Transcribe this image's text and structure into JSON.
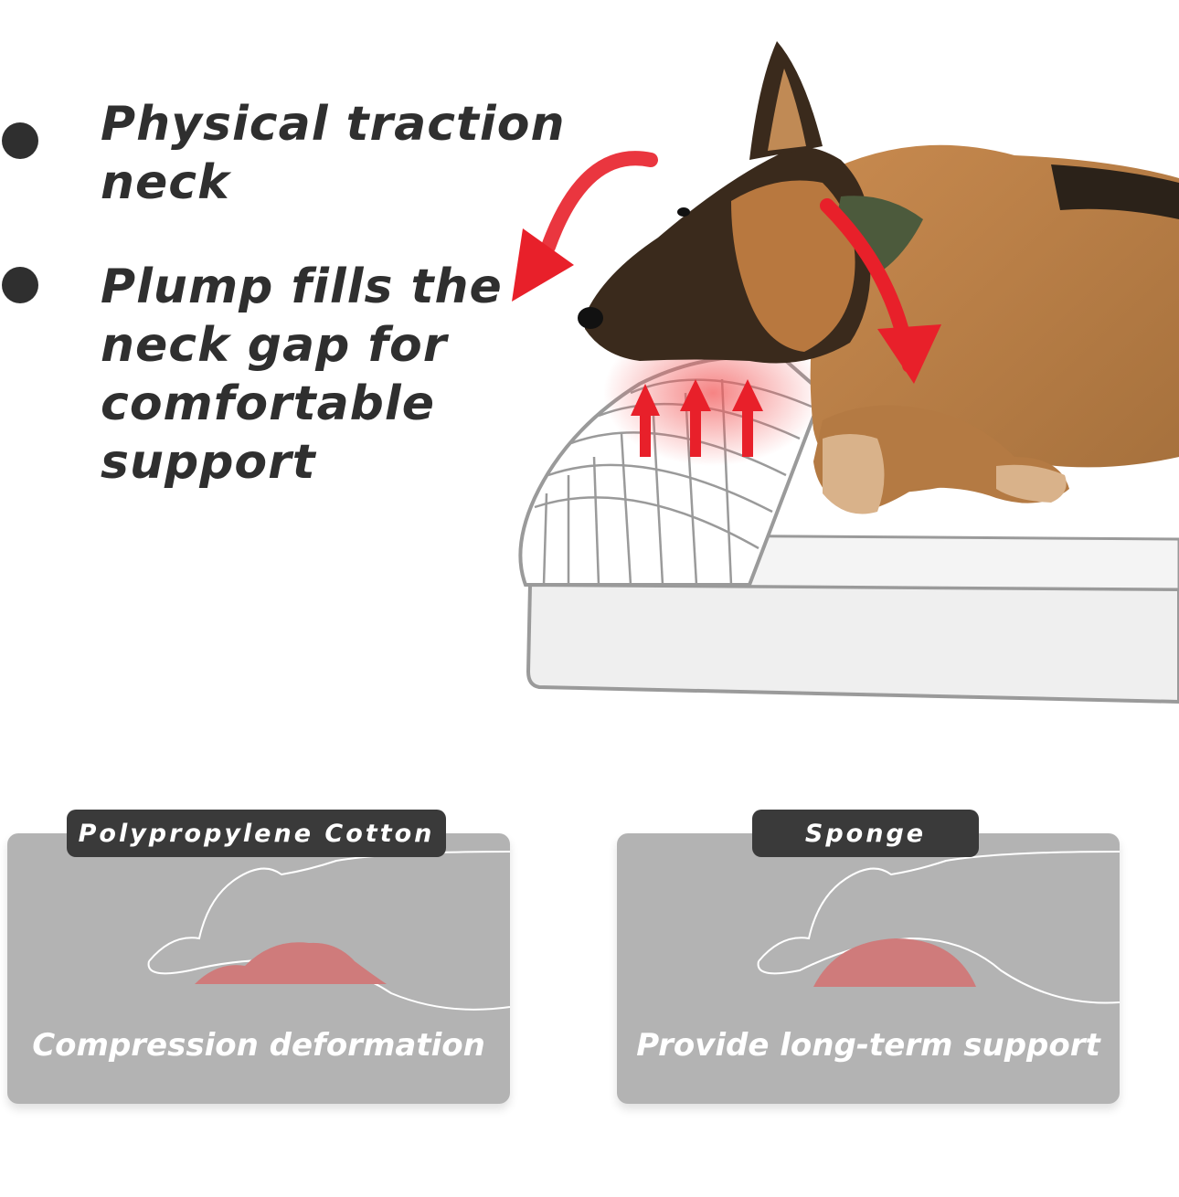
{
  "bullets": [
    {
      "lines": [
        "Physical traction",
        "neck"
      ]
    },
    {
      "lines": [
        "Plump fills the",
        "neck gap for",
        "comfortable",
        "support"
      ]
    }
  ],
  "comparison": {
    "left": {
      "tag": "Polypropylene Cotton",
      "caption": "Compression deformation"
    },
    "right": {
      "tag": "Sponge",
      "caption": "Provide long-term support"
    }
  },
  "colors": {
    "text_dark": "#2f2f2f",
    "tag_bg": "#3a3a3a",
    "card_bg": "#b3b3b3",
    "arrow_red": "#e8202a",
    "fill_pink": "#cf7b7b",
    "bed_grey": "#9a9a9a",
    "bed_fill": "#efefef"
  },
  "icons": {
    "bullet": "bullet-dot-icon",
    "curved_arrow": "curved-arrow-icon",
    "up_arrow": "up-arrow-icon"
  }
}
